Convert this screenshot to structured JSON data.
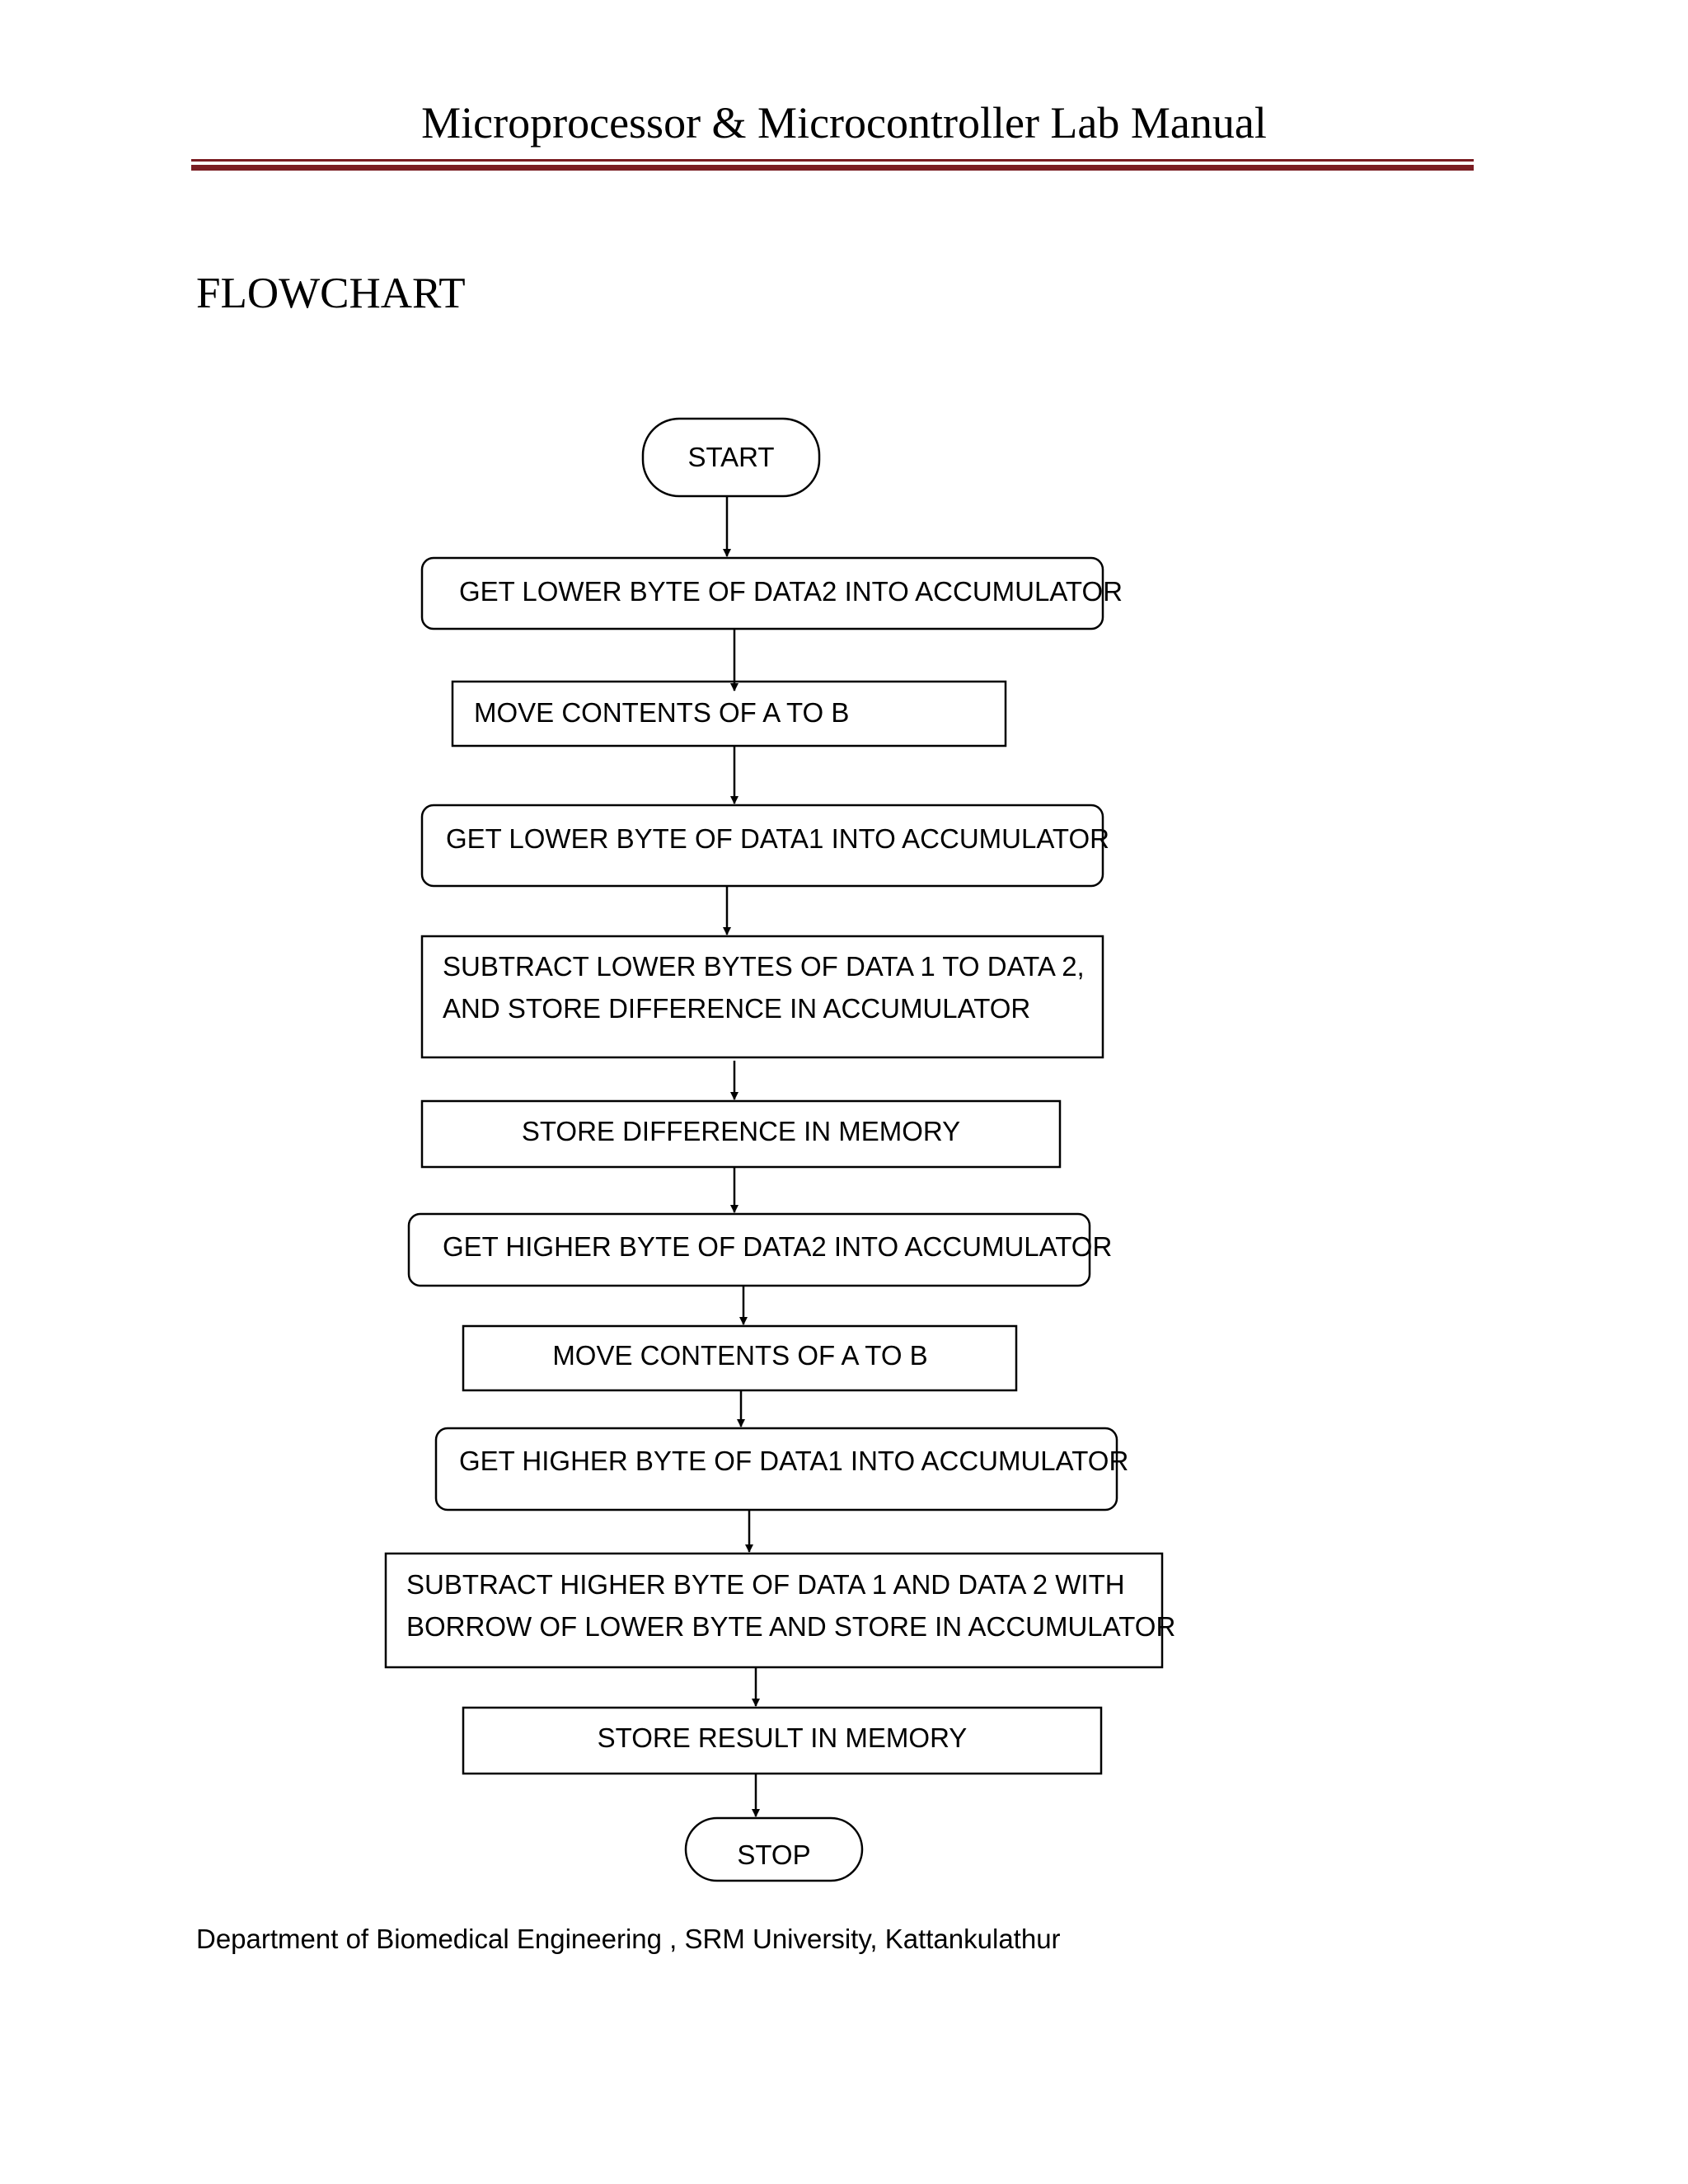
{
  "document": {
    "header": "Microprocessor & Microcontroller Lab Manual",
    "section_title": "FLOWCHART",
    "footer": "Department of Biomedical Engineering , SRM University, Kattankulathur"
  },
  "flowchart": {
    "start": "START",
    "steps": [
      [
        "GET LOWER BYTE OF DATA2 INTO ACCUMULATOR"
      ],
      [
        "MOVE CONTENTS OF A TO B"
      ],
      [
        "GET LOWER BYTE OF DATA1 INTO ACCUMULATOR"
      ],
      [
        "SUBTRACT LOWER BYTES OF DATA 1 TO DATA 2,",
        "AND STORE DIFFERENCE IN ACCUMULATOR"
      ],
      [
        "STORE DIFFERENCE IN MEMORY"
      ],
      [
        "GET HIGHER BYTE OF DATA2 INTO ACCUMULATOR"
      ],
      [
        "MOVE CONTENTS OF A TO B"
      ],
      [
        "GET HIGHER BYTE OF DATA1 INTO ACCUMULATOR"
      ],
      [
        "SUBTRACT  HIGHER BYTE OF DATA 1 AND DATA 2 WITH",
        "BORROW OF LOWER BYTE  AND STORE IN ACCUMULATOR"
      ],
      [
        "STORE RESULT IN MEMORY"
      ]
    ],
    "stop": "STOP"
  }
}
